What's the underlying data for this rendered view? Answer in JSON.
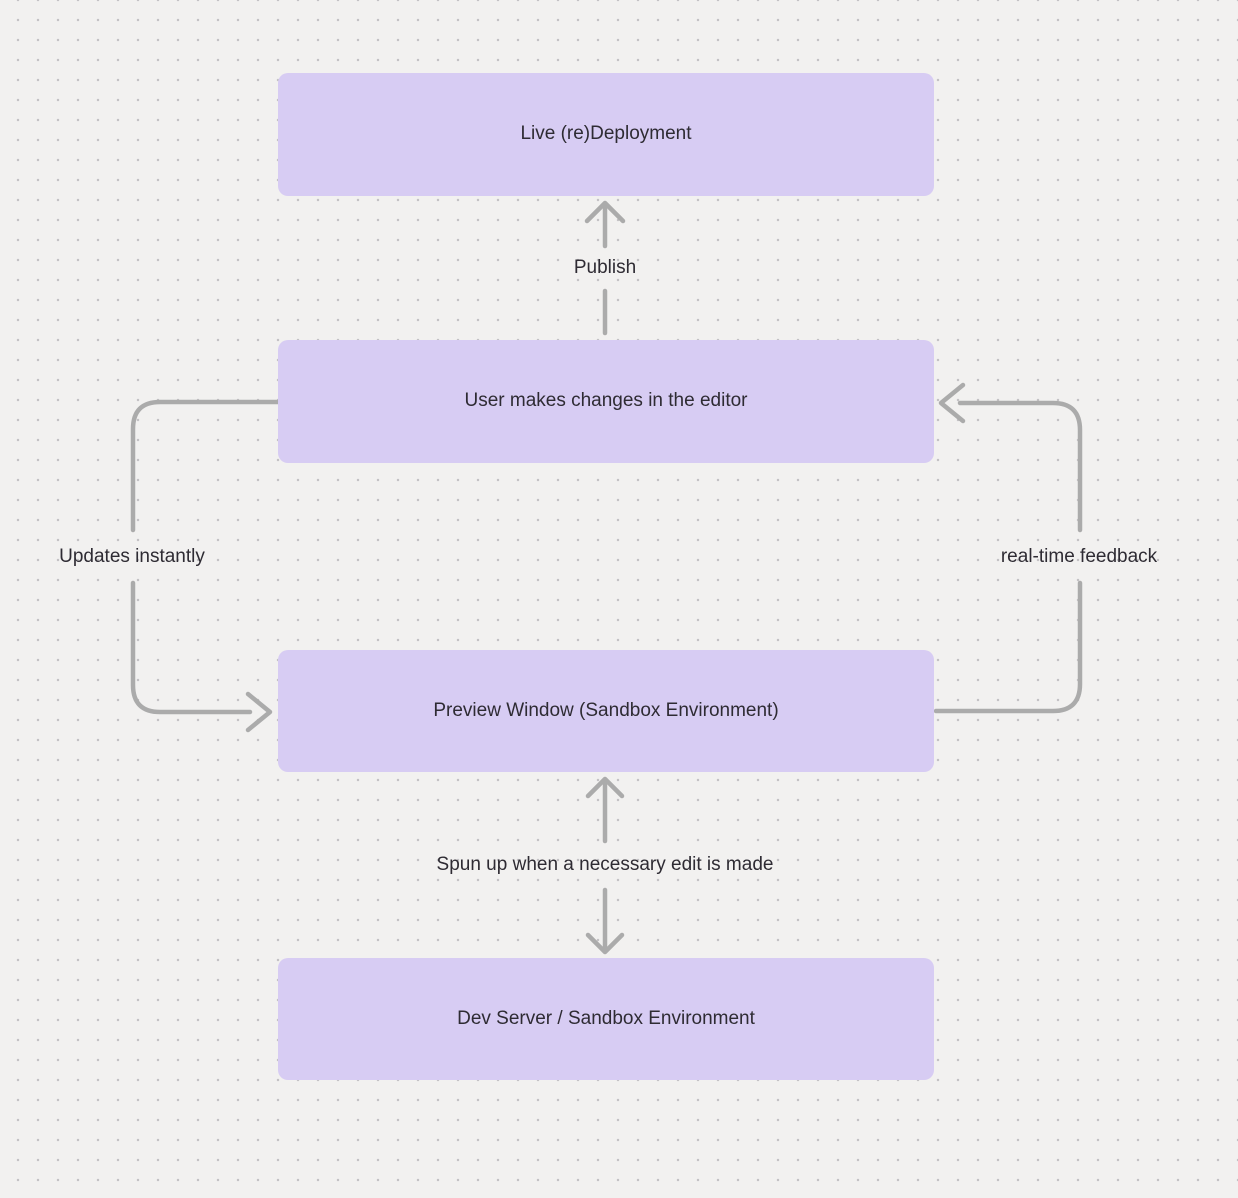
{
  "diagram": {
    "title": "editor preview deployment flow",
    "colors": {
      "background": "#F2F1F0",
      "grid_dot": "#C4C2C5",
      "node_fill": "#D7CCF3",
      "text": "#2E2B33",
      "arrow": "#ABABAB"
    },
    "nodes": [
      {
        "id": "live-redeployment",
        "label": "Live (re)Deployment"
      },
      {
        "id": "user-editor",
        "label": "User makes changes in the editor"
      },
      {
        "id": "preview-window",
        "label": "Preview Window (Sandbox Environment)"
      },
      {
        "id": "dev-server",
        "label": "Dev Server / Sandbox Environment"
      }
    ],
    "edges": [
      {
        "id": "publish",
        "label": "Publish",
        "from": "user-editor",
        "to": "live-redeployment",
        "direction": "up"
      },
      {
        "id": "updates-instantly",
        "label": "Updates instantly",
        "from": "user-editor",
        "to": "preview-window",
        "direction": "left-loop-down"
      },
      {
        "id": "real-time-feedback",
        "label": "real-time feedback",
        "from": "preview-window",
        "to": "user-editor",
        "direction": "right-loop-up"
      },
      {
        "id": "spun-up",
        "label": "Spun up when a necessary edit is made",
        "from": "dev-server",
        "to": "preview-window",
        "direction": "bidirectional"
      }
    ]
  }
}
